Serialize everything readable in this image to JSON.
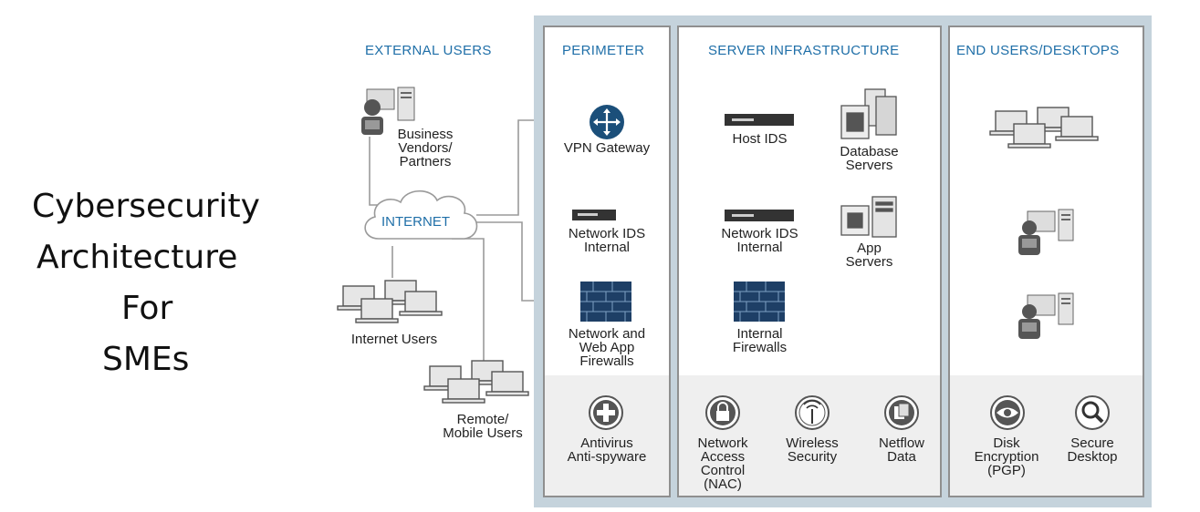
{
  "title": {
    "lines": [
      "Cybersecurity",
      "Architecture",
      "For",
      "SMEs"
    ]
  },
  "columns": {
    "external_users": "EXTERNAL USERS",
    "perimeter": "PERIMETER",
    "server_infrastructure": "SERVER INFRASTRUCTURE",
    "end_users": "END USERS/DESKTOPS"
  },
  "external": {
    "business": [
      "Business",
      "Vendors/",
      "Partners"
    ],
    "internet": "INTERNET",
    "internet_users": "Internet Users",
    "remote": [
      "Remote/",
      "Mobile Users"
    ]
  },
  "perimeter": {
    "vpn": "VPN Gateway",
    "ids": [
      "Network IDS",
      "Internal"
    ],
    "firewall": [
      "Network and",
      "Web App",
      "Firewalls"
    ],
    "antivirus": [
      "Antivirus",
      "Anti-spyware"
    ]
  },
  "server": {
    "host_ids": "Host IDS",
    "db": [
      "Database",
      "Servers"
    ],
    "ids": [
      "Network IDS",
      "Internal"
    ],
    "app": [
      "App",
      "Servers"
    ],
    "firewalls": [
      "Internal",
      "Firewalls"
    ],
    "nac": [
      "Network",
      "Access",
      "Control",
      "(NAC)"
    ],
    "wireless": [
      "Wireless",
      "Security"
    ],
    "netflow": [
      "Netflow",
      "Data"
    ]
  },
  "endusers": {
    "disk": [
      "Disk",
      "Encryption",
      "(PGP)"
    ],
    "secure": [
      "Secure",
      "Desktop"
    ]
  },
  "colors": {
    "accent": "#1f6fa8",
    "frame": "#c5d3dc",
    "firewall": "#1e3f66",
    "vpn": "#1b4f7a"
  }
}
